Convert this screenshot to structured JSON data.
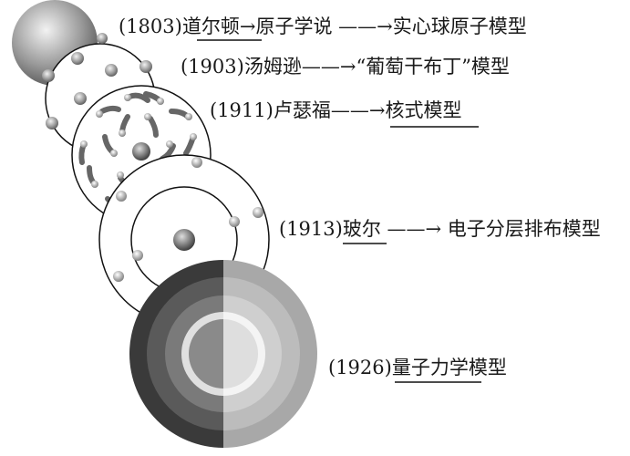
{
  "models": [
    {
      "year": "(1803)",
      "scientist": "道尔顿",
      "theory": "原子学说",
      "model": "实心球原子模型"
    },
    {
      "year": "(1903)",
      "scientist": "汤姆逊",
      "model": "“葡萄干布丁”模型"
    },
    {
      "year": "(1911)",
      "scientist": "卢瑟福",
      "model": "核式模型"
    },
    {
      "year": "(1913)",
      "scientist": "玻尔",
      "model": "电子分层排布模型"
    },
    {
      "year": "(1926)",
      "model": "量子力学模型"
    }
  ]
}
